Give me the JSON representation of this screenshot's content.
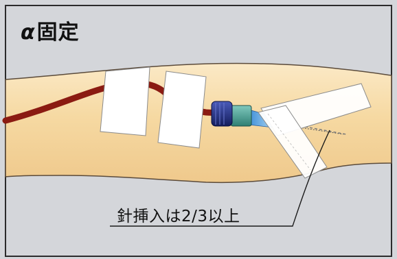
{
  "title": {
    "symbol": "α",
    "text": "固定"
  },
  "annotation": {
    "text": "針挿入は2/3以上"
  },
  "colors": {
    "background": "#d4d6da",
    "arm_skin": "#f3d9a8",
    "tube": "#8b1b12",
    "tape": "#ffffff",
    "hub_connector": "#1f2d7a",
    "hub_body": "#4fa79a",
    "catheter": "#5fa9e0"
  },
  "icons": {
    "needle": "iv-needle-icon",
    "hub": "catheter-hub-icon"
  }
}
